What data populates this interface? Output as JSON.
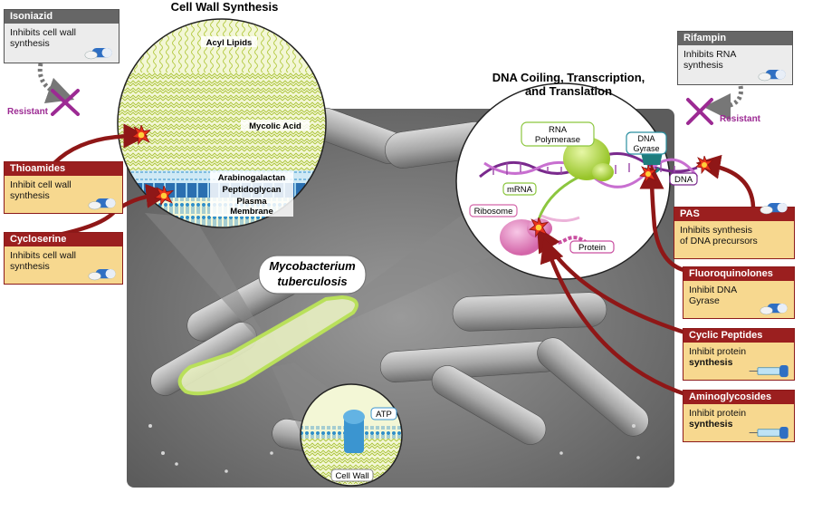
{
  "titles": {
    "cell_wall_synthesis": "Cell Wall Synthesis",
    "dna_line1": "DNA Coiling, Transcription,",
    "dna_line2": "and Translation"
  },
  "bacterium": {
    "name_line1": "Mycobacterium",
    "name_line2": "tuberculosis"
  },
  "cell_wall_layers": {
    "acyl_lipids": "Acyl Lipids",
    "mycolic_acid": "Mycolic Acid",
    "arabinogalactan": "Arabinogalactan",
    "peptidoglycan": "Peptidoglycan",
    "plasma_line1": "Plasma",
    "plasma_line2": "Membrane"
  },
  "dna_parts": {
    "rna_line1": "RNA",
    "rna_line2": "Polymerase",
    "gyrase_line1": "DNA",
    "gyrase_line2": "Gyrase",
    "mrna": "mRNA",
    "ribosome": "Ribosome",
    "dna": "DNA",
    "protein": "Protein"
  },
  "membrane_parts": {
    "atp": "ATP",
    "cell_wall": "Cell Wall"
  },
  "resistant_label": "Resistant",
  "drugs": {
    "isoniazid": {
      "name": "Isoniazid",
      "line1": "Inhibits cell wall",
      "line2": "synthesis"
    },
    "rifampin": {
      "name": "Rifampin",
      "line1": "Inhibits RNA",
      "line2": "synthesis"
    },
    "thioamides": {
      "name": "Thioamides",
      "line1": "Inhibit cell wall",
      "line2": "synthesis"
    },
    "cycloserine": {
      "name": "Cycloserine",
      "line1": "Inhibits cell wall",
      "line2": "synthesis"
    },
    "pas": {
      "name": "PAS",
      "line1": "Inhibits synthesis",
      "line2": "of DNA precursors"
    },
    "fluoroquinolones": {
      "name": "Fluoroquinolones",
      "line1": "Inhibit DNA",
      "line2": "Gyrase"
    },
    "cyclic_peptides": {
      "name": "Cyclic Peptides",
      "line1": "Inhibit protein",
      "line2": "synthesis"
    },
    "aminoglycosides": {
      "name": "Aminoglycosides",
      "line1": "Inhibit protein",
      "line2": "synthesis"
    }
  },
  "colors": {
    "drug_header_red": "#9b1f1f",
    "drug_body_yellow": "#f7d88f",
    "drug_header_gray": "#666666",
    "arrow_red": "#8f1717",
    "resistant_magenta": "#9c2a93",
    "bacterium_outline": "#b9e05a"
  }
}
